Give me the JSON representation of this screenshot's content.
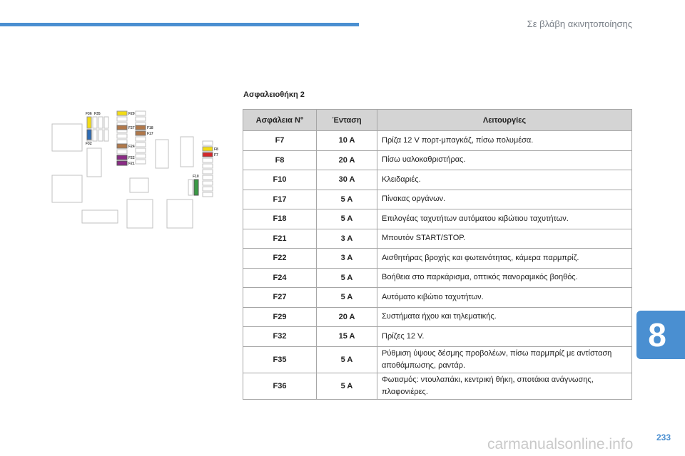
{
  "header": {
    "section_title": "Σε βλάβη ακινητοποίησης"
  },
  "table_title": "Ασφαλειοθήκη 2",
  "table": {
    "headers": [
      "Ασφάλεια N°",
      "Ένταση",
      "Λειτουργίες"
    ],
    "rows": [
      [
        "F7",
        "10 A",
        "Πρίζα 12 V πορτ-μπαγκάζ, πίσω πολυμέσα."
      ],
      [
        "F8",
        "20 A",
        "Πίσω υαλοκαθριστήρας."
      ],
      [
        "F10",
        "30 A",
        "Κλειδαριές."
      ],
      [
        "F17",
        "5 A",
        "Πίνακας οργάνων."
      ],
      [
        "F18",
        "5 A",
        "Επιλογέας ταχυτήτων αυτόματου κιβώτιου ταχυτήτων."
      ],
      [
        "F21",
        "3 A",
        "Μπουτόν START/STOP."
      ],
      [
        "F22",
        "3 A",
        "Αισθητήρας βροχής και φωτεινότητας, κάμερα παρμπρίζ."
      ],
      [
        "F24",
        "5 A",
        "Βοήθεια στο παρκάρισμα, οπτικός πανοραμικός βοηθός."
      ],
      [
        "F27",
        "5 A",
        "Αυτόματο κιβώτιο ταχυτήτων."
      ],
      [
        "F29",
        "20 A",
        "Συστήματα ήχου και τηλεματικής."
      ],
      [
        "F32",
        "15 A",
        "Πρίζες 12 V."
      ],
      [
        "F35",
        "5 A",
        "Ρύθμιση ύψους δέσμης προβολέων, πίσω παρμπρίζ με αντίσταση αποθάμπωσης, ραντάρ."
      ],
      [
        "F36",
        "5 A",
        "Φωτισμός: ντουλαπάκι, κεντρική θήκη, σποτάκια ανάγνωσης, πλαφονιέρες."
      ]
    ]
  },
  "diagram_labels": {
    "f36": "F36",
    "f35": "F35",
    "f32": "F32",
    "f29": "F29",
    "f27": "F27",
    "f18": "F18",
    "f17": "F17",
    "f24": "F24",
    "f22": "F22",
    "f21": "F21",
    "f8": "F8",
    "f7": "F7",
    "f10": "F10"
  },
  "chapter_number": "8",
  "page_number": "233",
  "watermark": "carmanualsonline.info",
  "colors": {
    "accent": "#4a8fd1",
    "fuse_yellow": "#f2dc16",
    "fuse_brown": "#b0784a",
    "fuse_purple": "#8b2a86",
    "fuse_red": "#d2282b",
    "fuse_blue": "#2d6cb5",
    "fuse_green": "#3a9a45"
  }
}
